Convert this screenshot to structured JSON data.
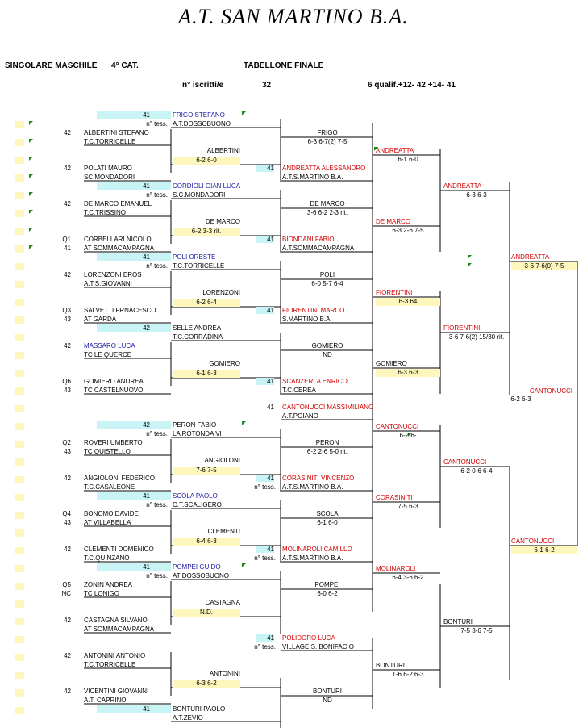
{
  "title": "A.T. SAN MARTINO B.A.",
  "header": {
    "category": "SINGOLARE MASCHILE",
    "cat": "4° CAT.",
    "board": "TABELLONE FINALE",
    "iscritti_label": "n° iscritti/e",
    "iscritti": "32",
    "qualif": "6 qualif.+12- 42 +14- 41"
  },
  "entries": [
    {
      "key": "e01",
      "rank": "41",
      "name": "FRIGO STEFANO",
      "club": "A.T.DOSSOBUONO",
      "nt": "n° tess."
    },
    {
      "key": "e02",
      "rank": "42",
      "name": "ALBERTINI STEFANO",
      "club": "T.C.TORRICELLE"
    },
    {
      "key": "e03",
      "rank": "42",
      "name": "POLATI MAURO",
      "club": "SC.MONDADORI"
    },
    {
      "key": "e04",
      "rank": "41",
      "name": "CORDIOLI GIAN LUCA",
      "club": "S.C.MONDADORI",
      "nt": "n° tess."
    },
    {
      "key": "e05",
      "rank": "42",
      "name": "DE MARCO EMANUEL",
      "club": "T.C.TRISSINO"
    },
    {
      "key": "e06",
      "q": "Q1",
      "rank": "41",
      "name": "CORBELLARI NICOLO'",
      "club": "AT SOMMACAMPAGNA"
    },
    {
      "key": "e07",
      "rank": "41",
      "name": "POLI ORESTE",
      "club": "T.C.TORRICELLE",
      "nt": "n° tess."
    },
    {
      "key": "e08",
      "rank": "42",
      "name": "LORENZONI EROS",
      "club": "A.T.S.GIOVANNI"
    },
    {
      "key": "e09",
      "q": "Q3",
      "rank": "43",
      "name": "SALVETTI FRNACESCO",
      "club": "AT GARDA"
    },
    {
      "key": "e10",
      "rank": "42",
      "name": "SELLE ANDREA",
      "club": "T.C.CORRADINA"
    },
    {
      "key": "e11",
      "rank": "42",
      "name": "MASSARO LUCA",
      "club": "TC LE QUERCE"
    },
    {
      "key": "e12",
      "q": "Q6",
      "rank": "43",
      "name": "GOMIERO ANDREA",
      "club": "TC CASTELNUOVO"
    },
    {
      "key": "e13",
      "rank": "42",
      "name": "PERON FABIO",
      "club": "LA ROTONDA VI",
      "nt": "n° tess."
    },
    {
      "key": "e14",
      "q": "Q2",
      "rank": "43",
      "name": "ROVERI UMBERTO",
      "club": "TC QUISTELLO"
    },
    {
      "key": "e15",
      "rank": "42",
      "name": "ANGIOLONI FEDERICO",
      "club": "T.C.CASALEONE"
    },
    {
      "key": "e16",
      "rank": "41",
      "name": "SCOLA PAOLO",
      "club": "C.T.SCALIGERO",
      "nt": "n° tess."
    },
    {
      "key": "e17",
      "q": "Q4",
      "rank": "43",
      "name": "BONOMO DAVIDE",
      "club": "AT VILLABELLA"
    },
    {
      "key": "e18",
      "rank": "42",
      "name": "CLEMENTI DOMENICO",
      "club": "T.C.QUINZANO"
    },
    {
      "key": "e19",
      "rank": "41",
      "name": "POMPEI GUIDO",
      "club": "AT DOSSOBUONO",
      "nt": "n° tess."
    },
    {
      "key": "e20",
      "q": "Q5",
      "rank": "NC",
      "name": "ZONIN ANDREA",
      "club": "TC LONIGO"
    },
    {
      "key": "e21",
      "rank": "42",
      "name": "CASTAGNA SILVANO",
      "club": "AT SOMMACAMPAGNA"
    },
    {
      "key": "e22",
      "rank": "42",
      "name": "ANTONINI ANTONIO",
      "club": "T.C.TORRICELLE"
    },
    {
      "key": "e23",
      "rank": "42",
      "name": "VICENTINI GIOVANNI",
      "club": "A.T. CAPRINO"
    },
    {
      "key": "e24",
      "rank": "41",
      "name": "BONTURI PAOLO",
      "club": "A.T.ZEVIO"
    }
  ],
  "seeds": [
    {
      "key": "s01",
      "rank": "41",
      "name": "ANDREATTA ALESSANDRO",
      "club": "A.T.S.MARTINO B.A."
    },
    {
      "key": "s02",
      "rank": "41",
      "name": "BIONDANI FABIO",
      "club": "A.T.SOMMACAMPAGNA"
    },
    {
      "key": "s03",
      "rank": "41",
      "name": "FIORENTINI MARCO",
      "club": "S.MARTINO B.A."
    },
    {
      "key": "s04",
      "rank": "41",
      "name": "SCANZERLA ENRICO",
      "club": "T.C.CEREA"
    },
    {
      "key": "s05",
      "rank": "41",
      "name": "CANTONUCCI MASSIMILIANO",
      "club": "A.T.POIANO"
    },
    {
      "key": "s06",
      "rank": "41",
      "name": "CORASINITI VINCENZO",
      "club": "A.T.S.MARTINO B.A.",
      "nt": "n° tess."
    },
    {
      "key": "s07",
      "rank": "41",
      "name": "MOLINAROLI CAMILLO",
      "club": "A.T.S.MARTINO B.A.",
      "nt": "n° tess."
    },
    {
      "key": "s08",
      "rank": "41",
      "name": "POLIDORO LUCA",
      "club": "VILLAGE S. BONIFACIO",
      "nt": "n° tess."
    }
  ],
  "round1": [
    {
      "key": "r1a",
      "winner": "ALBERTINI",
      "score": "6-2  6-0"
    },
    {
      "key": "r1b",
      "winner": "DE MARCO",
      "score": "6-2 3-3 rit."
    },
    {
      "key": "r1c",
      "winner": "LORENZONI",
      "score": "6-2 6-4"
    },
    {
      "key": "r1d",
      "winner": "GOMIERO",
      "score": "6-1  6-3"
    },
    {
      "key": "r1e",
      "winner": "ANGIOLONI",
      "score": "7-6 7-5"
    },
    {
      "key": "r1f",
      "winner": "CLEMENTI",
      "score": "6-4  6-3"
    },
    {
      "key": "r1g",
      "winner": "CASTAGNA",
      "score": "N.D."
    },
    {
      "key": "r1h",
      "winner": "ANTONINI",
      "score": "6-3  6-2"
    }
  ],
  "round2": [
    {
      "key": "r2a",
      "winner": "FRIGO",
      "score": "6-3 6-7(2)  7-5"
    },
    {
      "key": "r2b",
      "winner": "DE MARCO",
      "score": "3-6 6-2 2-3 rit."
    },
    {
      "key": "r2c",
      "winner": "POLI",
      "score": "6-0  5-7 6-4"
    },
    {
      "key": "r2d",
      "winner": "GOMIERO",
      "score": "ND"
    },
    {
      "key": "r2e",
      "winner": "PERON",
      "score": "6-2 2-6 5-0 rit."
    },
    {
      "key": "r2f",
      "winner": "SCOLA",
      "score": "6-1  6-0"
    },
    {
      "key": "r2g",
      "winner": "POMPEI",
      "score": "6-0  6-2"
    },
    {
      "key": "r2h",
      "winner": "BONTURI",
      "score": "ND"
    }
  ],
  "round3": [
    {
      "key": "r3a",
      "winner": "ANDREATTA",
      "score": "6-1  6-0"
    },
    {
      "key": "r3b",
      "winner": "DE MARCO",
      "score": "6-3 2-6 7-5"
    },
    {
      "key": "r3c",
      "winner": "FIORENTINI",
      "score": "6-3 64"
    },
    {
      "key": "r3d",
      "winner": "GOMIERO",
      "score": "6-3 6-3"
    },
    {
      "key": "r3e",
      "winner": "CANTONUCCI",
      "score": "6-2  6-"
    },
    {
      "key": "r3f",
      "winner": "CORASINITI",
      "score": "7-5  6-3"
    },
    {
      "key": "r3g",
      "winner": "MOLINAROLI",
      "score": "6-4  3-6  6-2"
    },
    {
      "key": "r3h",
      "winner": "BONTURI",
      "score": "1-6  6-2  6-3"
    }
  ],
  "round4": [
    {
      "key": "r4a",
      "winner": "ANDREATTA",
      "score": "6-3  6-3"
    },
    {
      "key": "r4b",
      "winner": "FIORENTINI",
      "score": "3-6 7-6(2) 15/30 rit."
    },
    {
      "key": "r4c",
      "winner": "CANTONUCCI",
      "score": "6-2  0-6  6-4"
    },
    {
      "key": "r4d",
      "winner": "BONTURI",
      "score": "7-5  3-6  7-5"
    }
  ],
  "round5": [
    {
      "key": "r5a",
      "winner": "ANDREATTA",
      "score": "3-6 7-6(0) 7-5"
    },
    {
      "key": "r5b",
      "winner": "CANTONUCCI",
      "score": "6-1  6-2"
    }
  ],
  "final": {
    "winner": "CANTONUCCI",
    "score": "6-2  6-3"
  },
  "colors": {
    "red": "#d40000",
    "blue": "#1a1aa6",
    "yellow": "#fdf6bd",
    "cyan": "#c9f4f6",
    "green": "#1a8a1a"
  }
}
